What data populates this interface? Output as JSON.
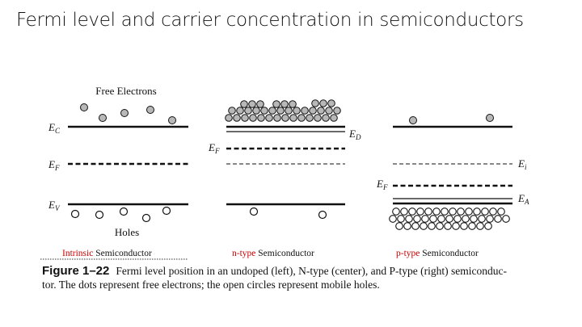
{
  "title": "Fermi level and carrier concentration in semiconductors",
  "panels": {
    "intrinsic": {
      "top_label": "Free Electrons",
      "bottom_label": "Holes",
      "label_ec": "E",
      "label_ec_sub": "C",
      "label_ef": "E",
      "label_ef_sub": "F",
      "label_ev": "E",
      "label_ev_sub": "V",
      "name_colored": "Intrinsic",
      "name_rest": " Semiconductor"
    },
    "ntype": {
      "label_ed": "E",
      "label_ed_sub": "D",
      "label_ef": "E",
      "label_ef_sub": "F",
      "name_colored": "n-type",
      "name_rest": " Semiconductor"
    },
    "ptype": {
      "label_ei": "E",
      "label_ei_sub": "i",
      "label_ef": "E",
      "label_ef_sub": "F",
      "label_ea": "E",
      "label_ea_sub": "A",
      "name_colored": "p-type",
      "name_rest": " Semiconductor"
    }
  },
  "caption": {
    "figure_label": "Figure 1–22",
    "line1": "Fermi level position in an undoped (left), N-type (center), and P-type (right) semiconduc-",
    "line2": "tor. The dots represent free electrons; the open circles represent mobile holes."
  },
  "colors": {
    "accent_red": "#cc0000",
    "ink": "#111111",
    "electron_fill": "#b8b8b8"
  }
}
